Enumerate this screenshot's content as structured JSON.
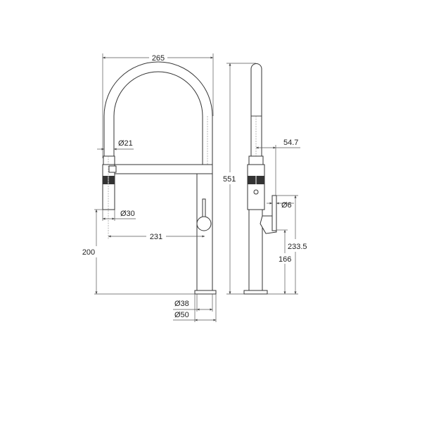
{
  "front_view": {
    "overall_width": "265",
    "hose_diameter": "Ø21",
    "spray_head_diameter": "Ø30",
    "spout_reach": "231",
    "spray_head_height": "200",
    "body_diameter": "Ø38",
    "base_diameter": "Ø50"
  },
  "side_view": {
    "overall_height": "551",
    "lever_offset": "54.7",
    "lever_diameter": "Ø6",
    "lever_top_height": "233.5",
    "lever_pivot_height": "166"
  },
  "colors": {
    "line": "#333333",
    "background": "#ffffff"
  }
}
